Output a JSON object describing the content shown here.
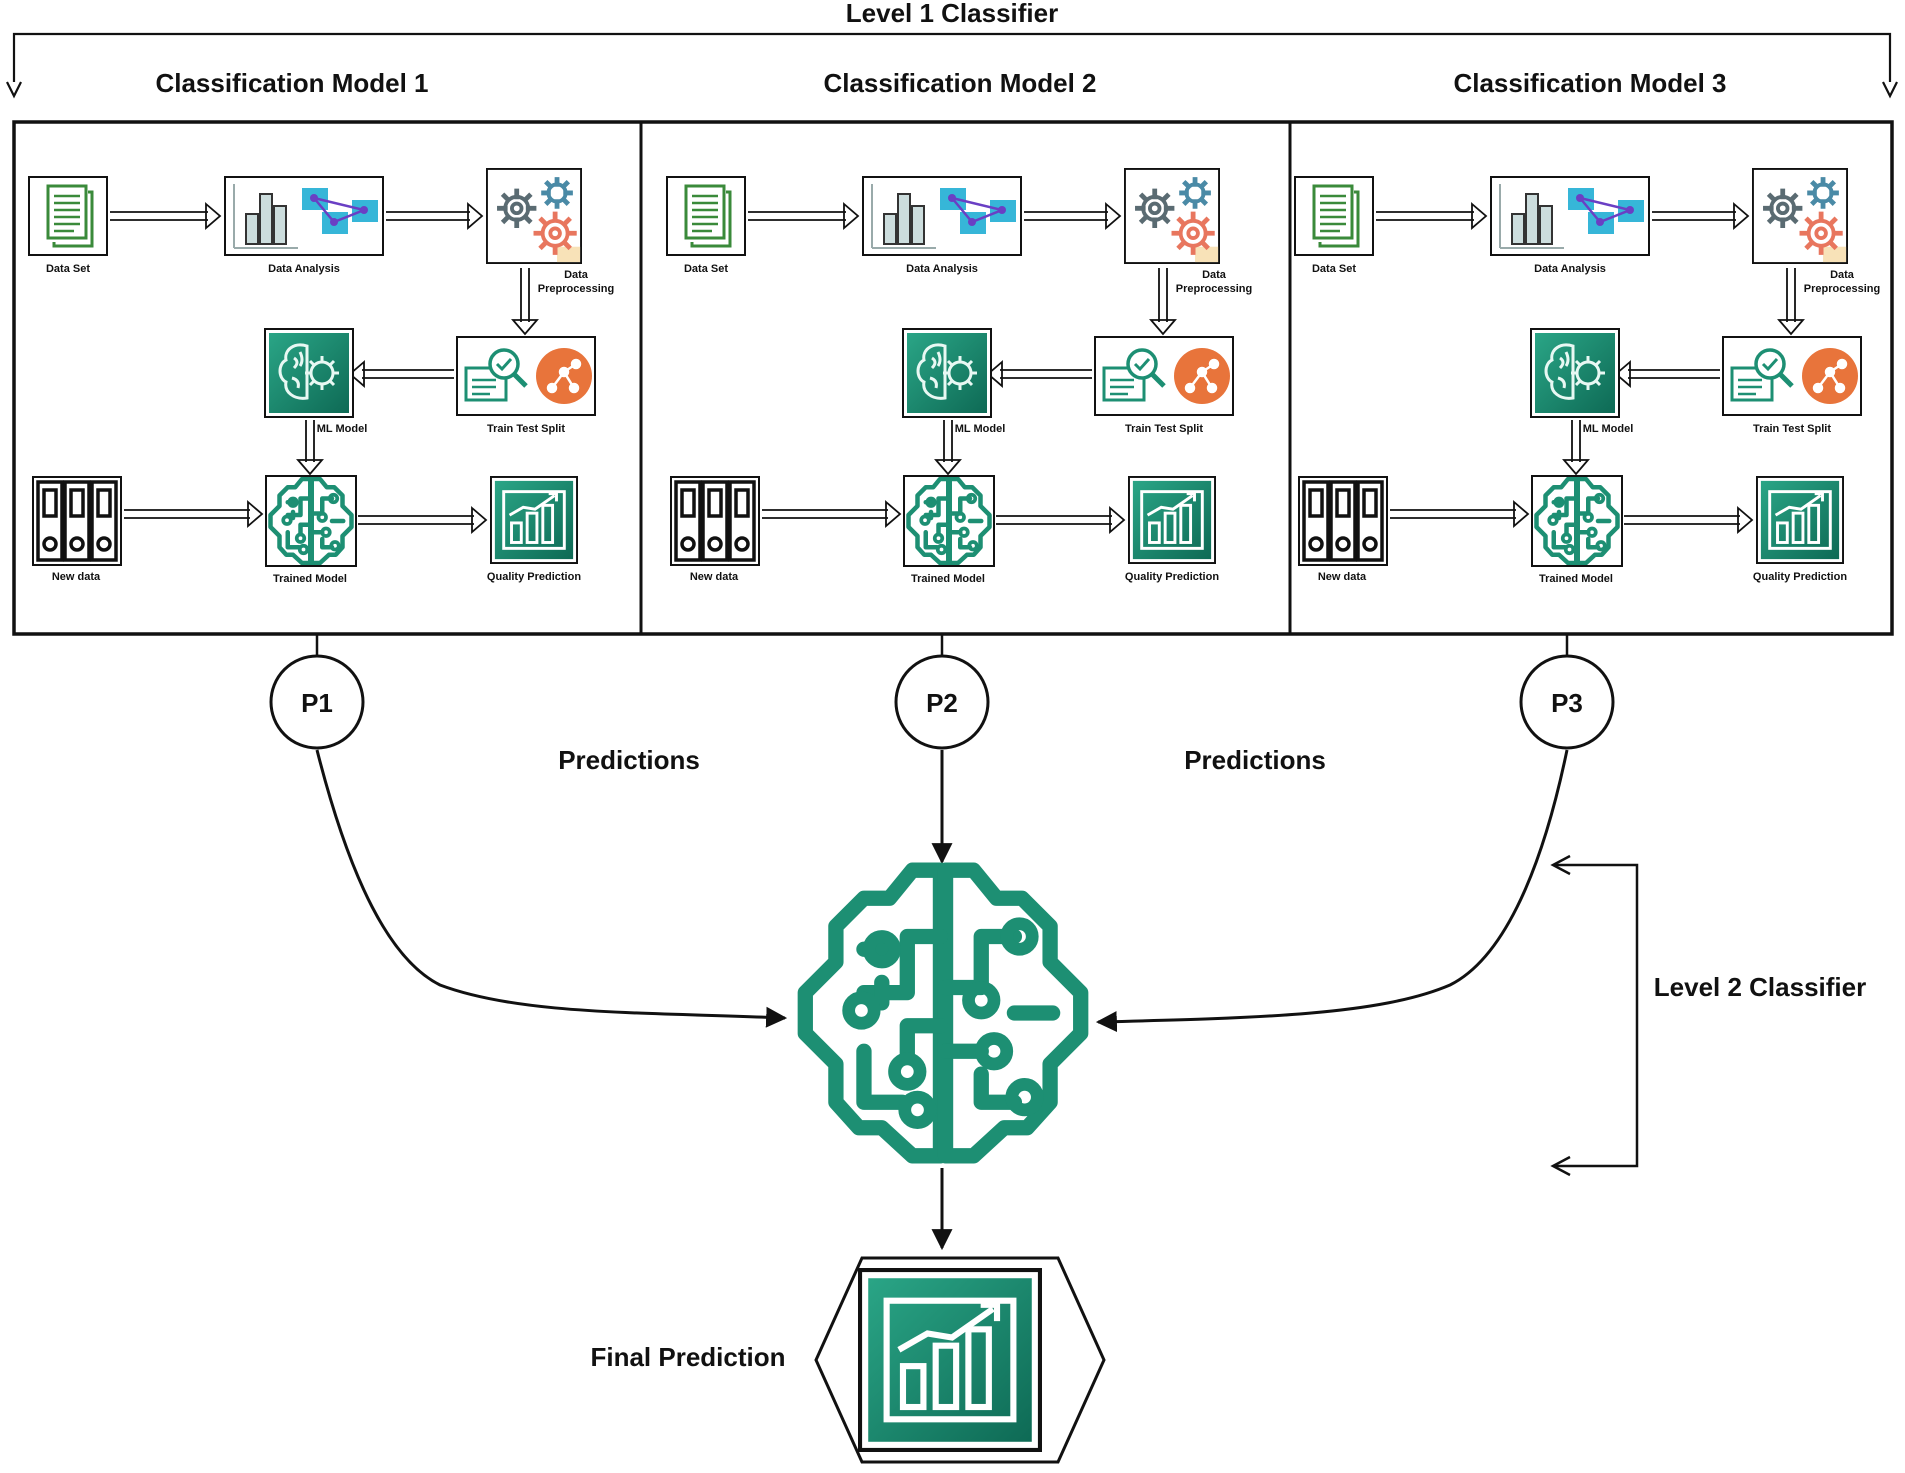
{
  "title": "Level 1 Classifier",
  "models": [
    {
      "title": "Classification Model 1",
      "prediction": "P1"
    },
    {
      "title": "Classification Model 2",
      "prediction": "P2"
    },
    {
      "title": "Classification Model 3",
      "prediction": "P3"
    }
  ],
  "pipeline_labels": {
    "data_set": "Data Set",
    "data_analysis": "Data Analysis",
    "data_pre_1": "Data",
    "data_pre_2": "Preprocessing",
    "train_test_split": "Train Test Split",
    "ml_model": "ML Model",
    "new_data": "New data",
    "trained_model": "Trained Model",
    "quality_prediction": "Quality Prediction"
  },
  "predictions_label": "Predictions",
  "level2_label": "Level 2 Classifier",
  "final_label": "Final Prediction",
  "colors": {
    "teal": "#1d8f73",
    "teal_dark": "#0f6e58",
    "green_doc": "#3a8a3a",
    "orange": "#e8743b",
    "gear_red": "#e8765e",
    "gear_gray": "#5a6b72",
    "gear_blue": "#4a8aa6",
    "cyan": "#36b6d8",
    "purple": "#6a3fc4"
  }
}
